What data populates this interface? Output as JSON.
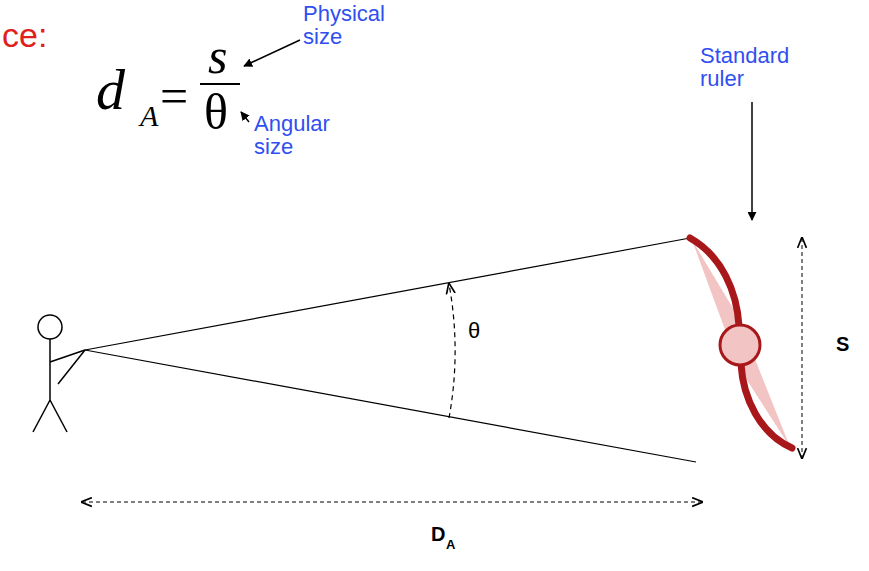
{
  "diagram": {
    "labels": [
      "ce:",
      "d",
      "A",
      "=",
      "s",
      "θ",
      "Physical size",
      "Angular size",
      "Standard ruler",
      "θ",
      "S",
      "D",
      "A"
    ]
  }
}
